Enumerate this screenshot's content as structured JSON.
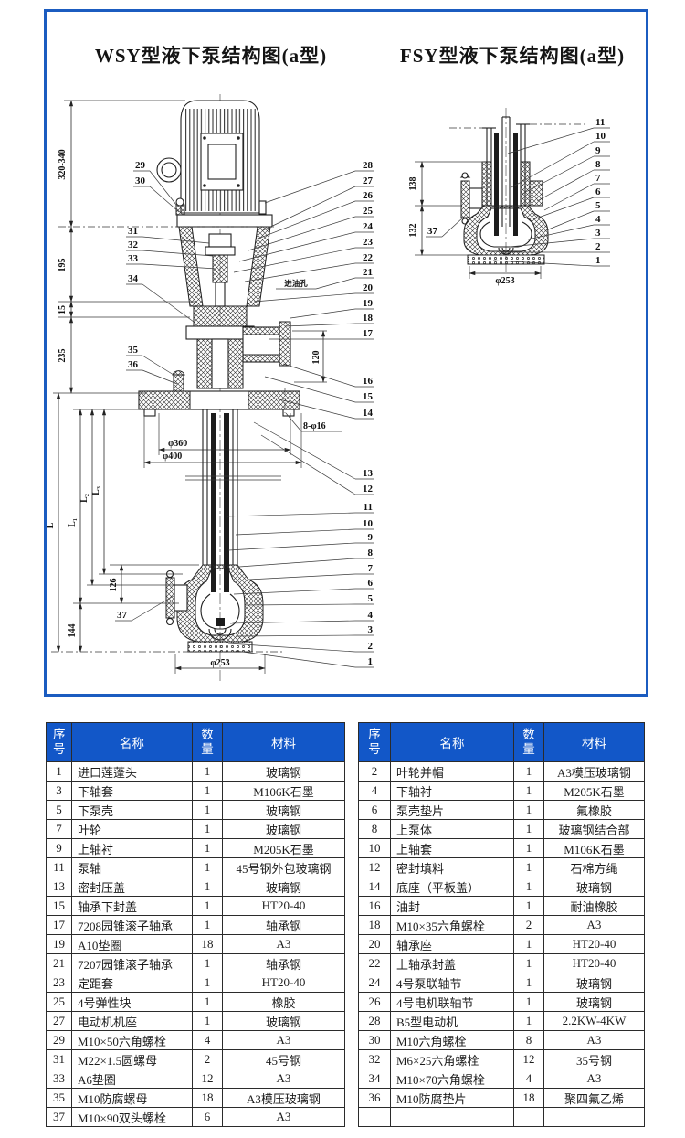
{
  "colors": {
    "panel_border": "#1b5cc0",
    "table_header_bg": "#1257c8",
    "table_header_text": "#ffffff"
  },
  "titles": {
    "left": "WSY型液下泵结构图(a型)",
    "right": "FSY型液下泵结构图(a型)"
  },
  "wsy": {
    "note": "进油孔",
    "dims": {
      "h_motor": "320-340",
      "h_stand": "195",
      "h_gap": "15",
      "h_bearing": "235",
      "len": "L",
      "len1": "L₁",
      "len2": "L₂",
      "len3": "L₃",
      "d126": "126",
      "d144": "144",
      "d120": "120",
      "phi360": "φ360",
      "phi400": "φ400",
      "holes": "8-φ16",
      "phi253": "φ253"
    },
    "callouts_left": [
      "29",
      "30",
      "31",
      "32",
      "33",
      "34",
      "35",
      "36",
      "37"
    ],
    "callouts_right": [
      "28",
      "27",
      "26",
      "25",
      "24",
      "23",
      "22",
      "21",
      "20",
      "19",
      "18",
      "17",
      "16",
      "15",
      "14",
      "13",
      "12",
      "11",
      "10",
      "9",
      "8",
      "7",
      "6",
      "5",
      "4",
      "3",
      "2",
      "1"
    ]
  },
  "fsy": {
    "dims": {
      "d138": "138",
      "d132": "132",
      "phi253": "φ253"
    },
    "callout_37": "37",
    "callouts_right": [
      "11",
      "10",
      "9",
      "8",
      "7",
      "6",
      "5",
      "4",
      "3",
      "2",
      "1"
    ]
  },
  "tables": {
    "headers": [
      "序号",
      "名称",
      "数量",
      "材料"
    ],
    "left_rows": [
      [
        "1",
        "进口莲蓬头",
        "1",
        "玻璃钢"
      ],
      [
        "3",
        "下轴套",
        "1",
        "M106K石墨"
      ],
      [
        "5",
        "下泵壳",
        "1",
        "玻璃钢"
      ],
      [
        "7",
        "叶轮",
        "1",
        "玻璃钢"
      ],
      [
        "9",
        "上轴衬",
        "1",
        "M205K石墨"
      ],
      [
        "11",
        "泵轴",
        "1",
        "45号钢外包玻璃钢"
      ],
      [
        "13",
        "密封压盖",
        "1",
        "玻璃钢"
      ],
      [
        "15",
        "轴承下封盖",
        "1",
        "HT20-40"
      ],
      [
        "17",
        "7208园锥滚子轴承",
        "1",
        "轴承钢"
      ],
      [
        "19",
        "A10垫圈",
        "18",
        "A3"
      ],
      [
        "21",
        "7207园锥滚子轴承",
        "1",
        "轴承钢"
      ],
      [
        "23",
        "定距套",
        "1",
        "HT20-40"
      ],
      [
        "25",
        "4号弹性块",
        "1",
        "橡胶"
      ],
      [
        "27",
        "电动机机座",
        "1",
        "玻璃钢"
      ],
      [
        "29",
        "M10×50六角螺栓",
        "4",
        "A3"
      ],
      [
        "31",
        "M22×1.5圆螺母",
        "2",
        "45号钢"
      ],
      [
        "33",
        "A6垫圈",
        "12",
        "A3"
      ],
      [
        "35",
        "M10防腐螺母",
        "18",
        "A3模压玻璃钢"
      ],
      [
        "37",
        "M10×90双头螺栓",
        "6",
        "A3"
      ]
    ],
    "right_rows": [
      [
        "2",
        "叶轮并帽",
        "1",
        "A3模压玻璃钢"
      ],
      [
        "4",
        "下轴衬",
        "1",
        "M205K石墨"
      ],
      [
        "6",
        "泵壳垫片",
        "1",
        "氟橡胶"
      ],
      [
        "8",
        "上泵体",
        "1",
        "玻璃钢结合部"
      ],
      [
        "10",
        "上轴套",
        "1",
        "M106K石墨"
      ],
      [
        "12",
        "密封填料",
        "1",
        "石棉方绳"
      ],
      [
        "14",
        "底座（平板盖）",
        "1",
        "玻璃钢"
      ],
      [
        "16",
        "油封",
        "1",
        "耐油橡胶"
      ],
      [
        "18",
        "M10×35六角螺栓",
        "2",
        "A3"
      ],
      [
        "20",
        "轴承座",
        "1",
        "HT20-40"
      ],
      [
        "22",
        "上轴承封盖",
        "1",
        "HT20-40"
      ],
      [
        "24",
        "4号泵联轴节",
        "1",
        "玻璃钢"
      ],
      [
        "26",
        "4号电机联轴节",
        "1",
        "玻璃钢"
      ],
      [
        "28",
        "B5型电动机",
        "1",
        "2.2KW-4KW"
      ],
      [
        "30",
        "M10六角螺栓",
        "8",
        "A3"
      ],
      [
        "32",
        "M6×25六角螺栓",
        "12",
        "35号钢"
      ],
      [
        "34",
        "M10×70六角螺栓",
        "4",
        "A3"
      ],
      [
        "36",
        "M10防腐垫片",
        "18",
        "聚四氟乙烯"
      ],
      [
        "",
        "",
        "",
        ""
      ]
    ]
  }
}
